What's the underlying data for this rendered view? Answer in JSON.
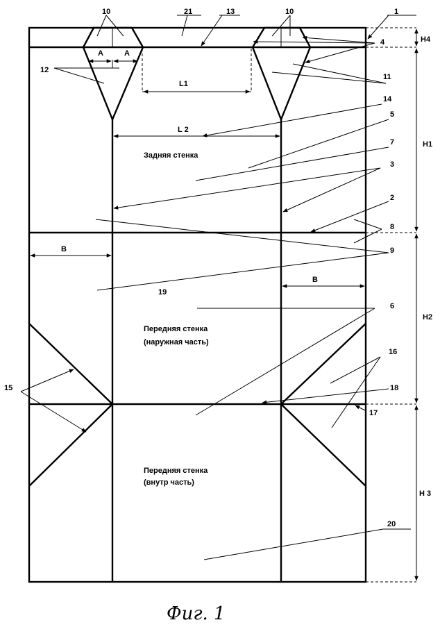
{
  "captions": {
    "back_wall": "Задняя стенка",
    "front_outer_1": "Передняя стенка",
    "front_outer_2": "(наружная часть)",
    "front_inner_1": "Передняя стенка",
    "front_inner_2": "(внутр часть)"
  },
  "dims": {
    "A": "A",
    "L1": "L1",
    "L2": "L 2",
    "B": "B",
    "H1": "H1",
    "H2": "H2",
    "H3": "H 3",
    "H4": "H4"
  },
  "refs": {
    "r1": "1",
    "r2": "2",
    "r3": "3",
    "r4": "4",
    "r5": "5",
    "r6": "6",
    "r7": "7",
    "r8": "8",
    "r9": "9",
    "r10": "10",
    "r11": "11",
    "r12": "12",
    "r13": "13",
    "r14": "14",
    "r15": "15",
    "r16": "16",
    "r17": "17",
    "r18": "18",
    "r19": "19",
    "r20": "20",
    "r21": "21"
  },
  "figure_caption": "Фиг. 1"
}
